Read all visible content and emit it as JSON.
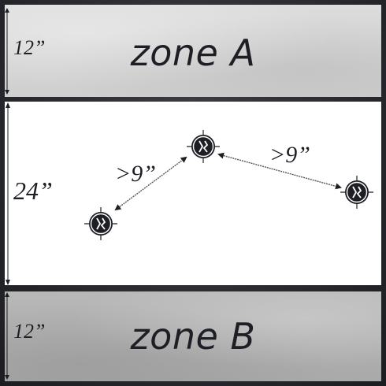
{
  "zones": {
    "top": {
      "title": "zone A",
      "depth": "12”"
    },
    "middle": {
      "depth": "24”"
    },
    "bottom": {
      "title": "zone B",
      "depth": "12”"
    }
  },
  "distances": [
    {
      "label": ">9”"
    },
    {
      "label": ">9”"
    }
  ],
  "markers": [
    {
      "name": "objective-marker-left"
    },
    {
      "name": "objective-marker-center"
    },
    {
      "name": "objective-marker-right"
    }
  ],
  "colors": {
    "ink": "#1e1f25",
    "marker": "#1e1f25",
    "frame": "#2a2c31"
  }
}
